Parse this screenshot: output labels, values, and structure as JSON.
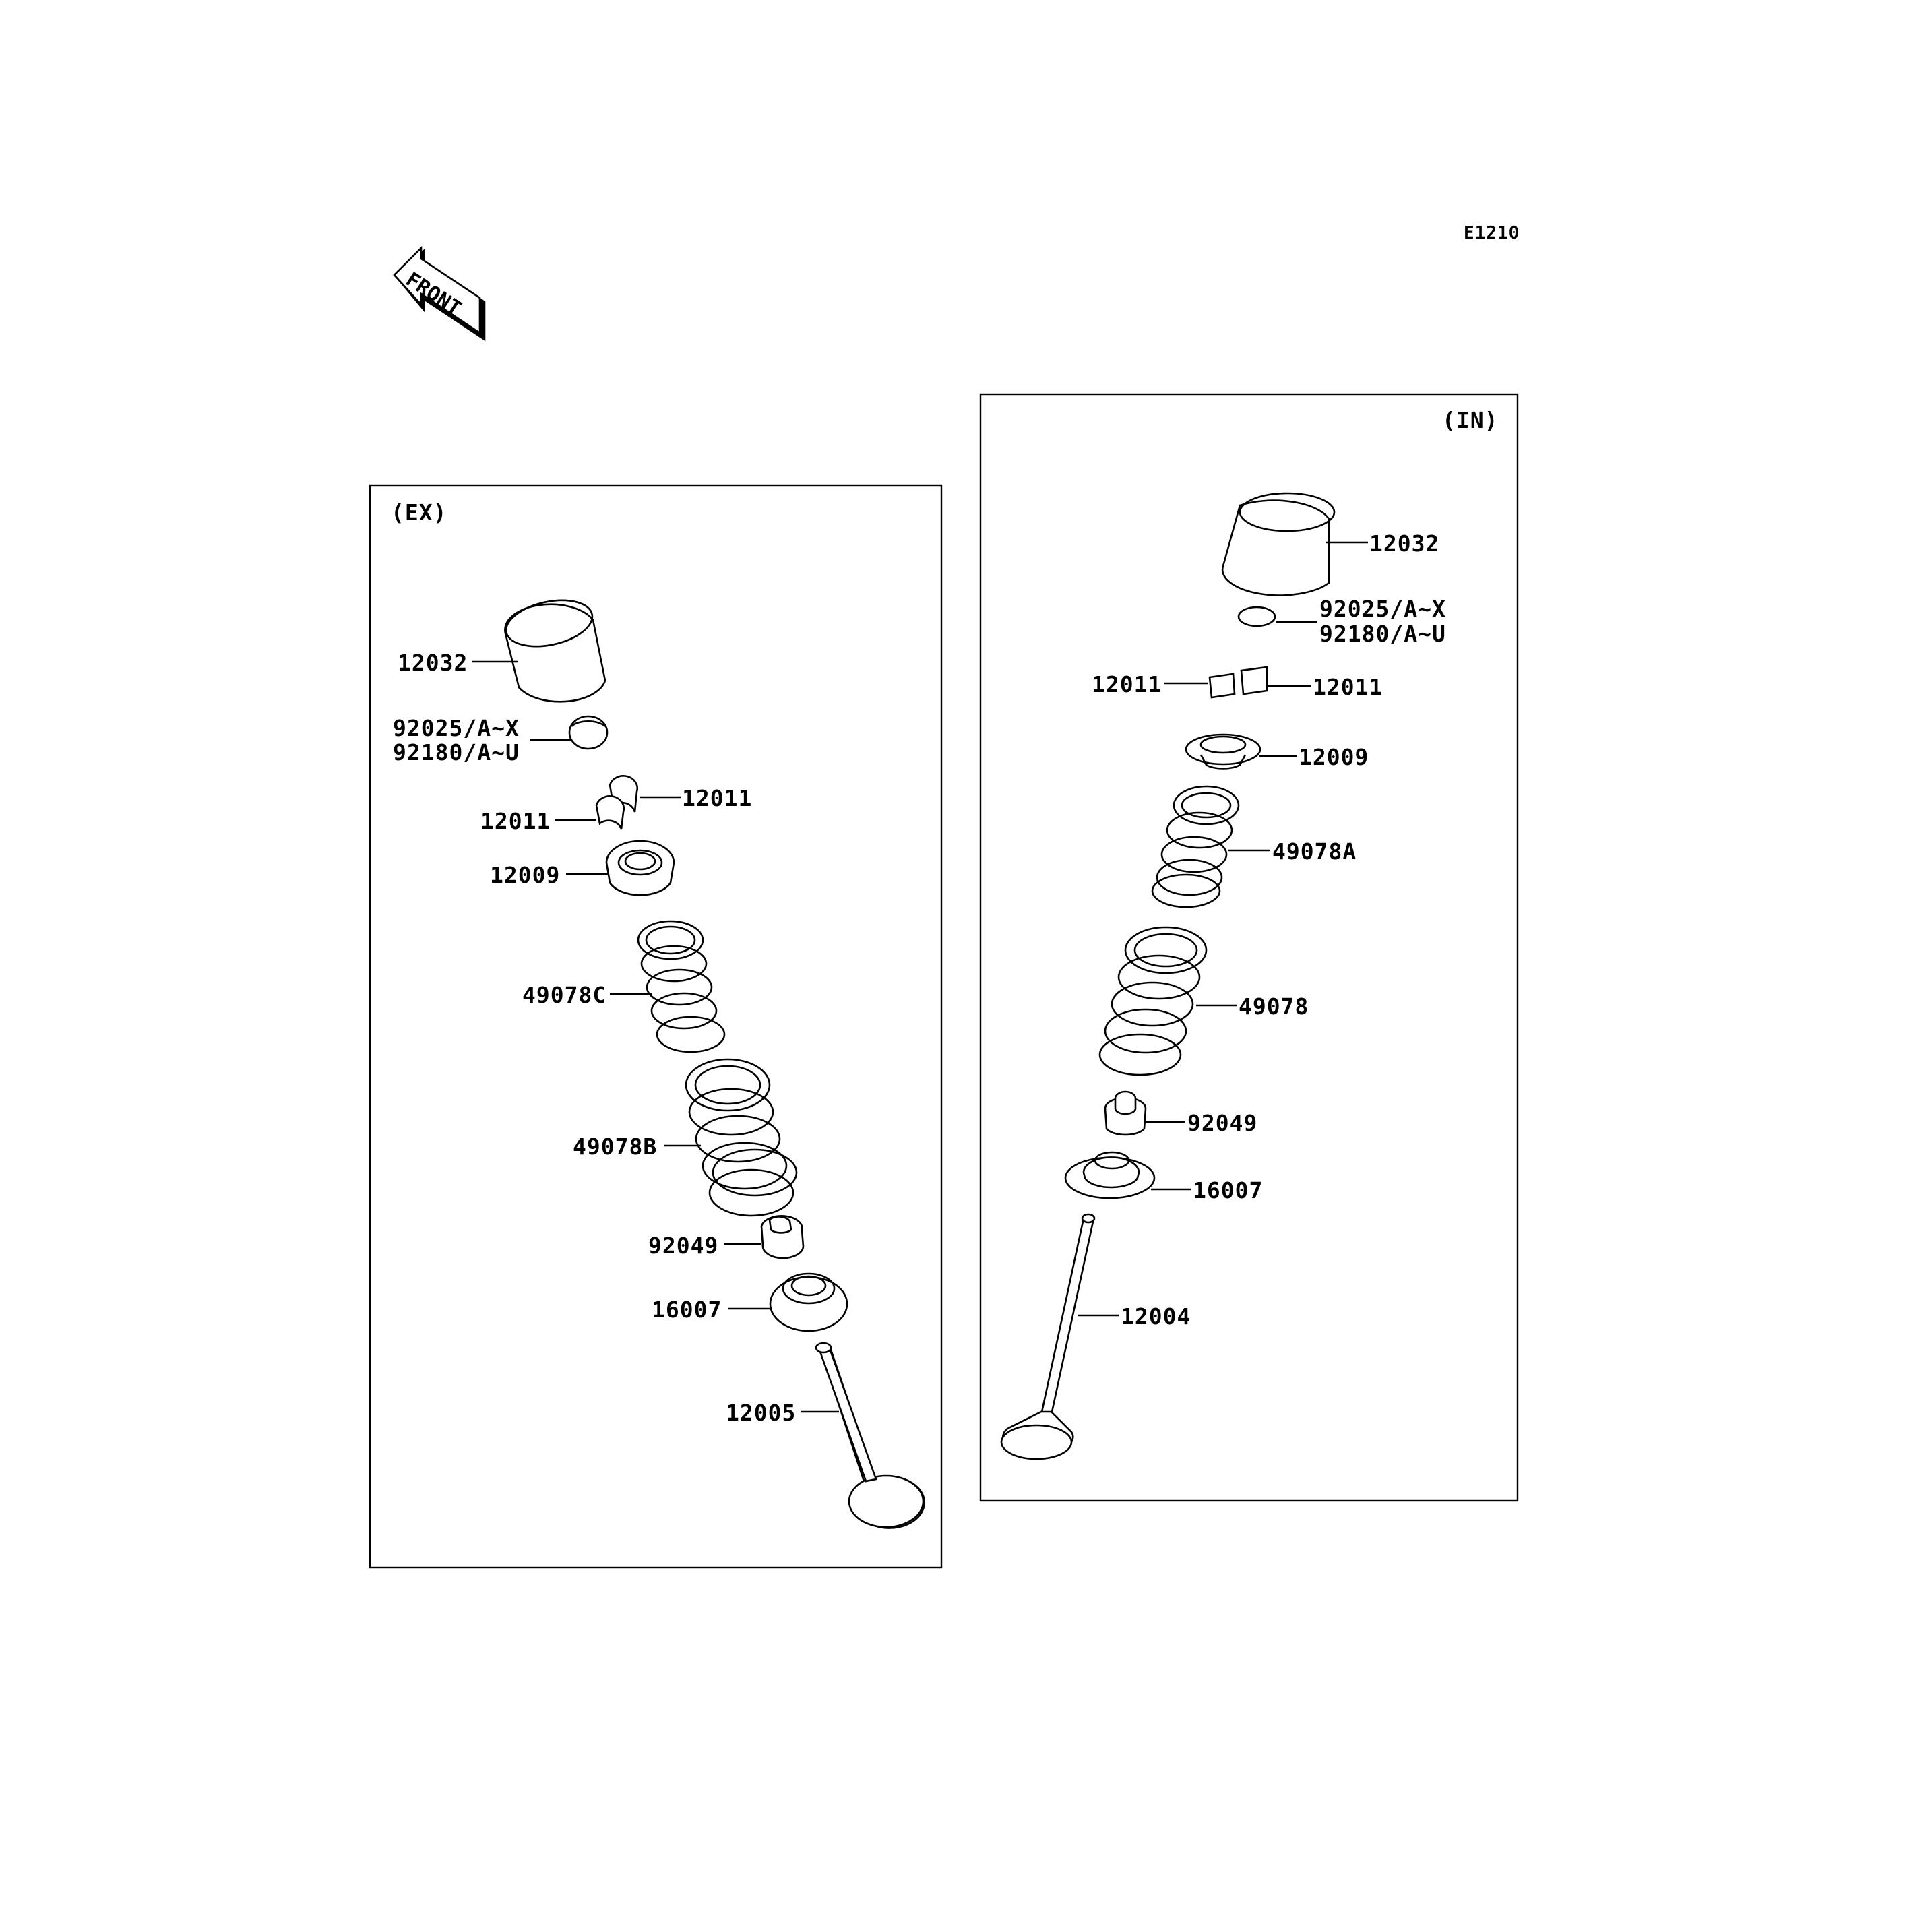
{
  "diagram_code": "E1210",
  "front_arrow_text": "FRONT",
  "groups": {
    "ex": {
      "title": "(EX)",
      "labels": {
        "tappet": "12032",
        "shim_1": "92025/A~X",
        "shim_2": "92180/A~U",
        "cotter_right": "12011",
        "cotter_left": "12011",
        "retainer": "12009",
        "spring_inner": "49078C",
        "spring_outer": "49078B",
        "seal": "92049",
        "seat": "16007",
        "valve": "12005"
      }
    },
    "in": {
      "title": "(IN)",
      "labels": {
        "tappet": "12032",
        "shim_1": "92025/A~X",
        "shim_2": "92180/A~U",
        "cotter_left": "12011",
        "cotter_right": "12011",
        "retainer": "12009",
        "spring_inner": "49078A",
        "spring_outer": "49078",
        "seal": "92049",
        "seat": "16007",
        "valve": "12004"
      }
    }
  }
}
